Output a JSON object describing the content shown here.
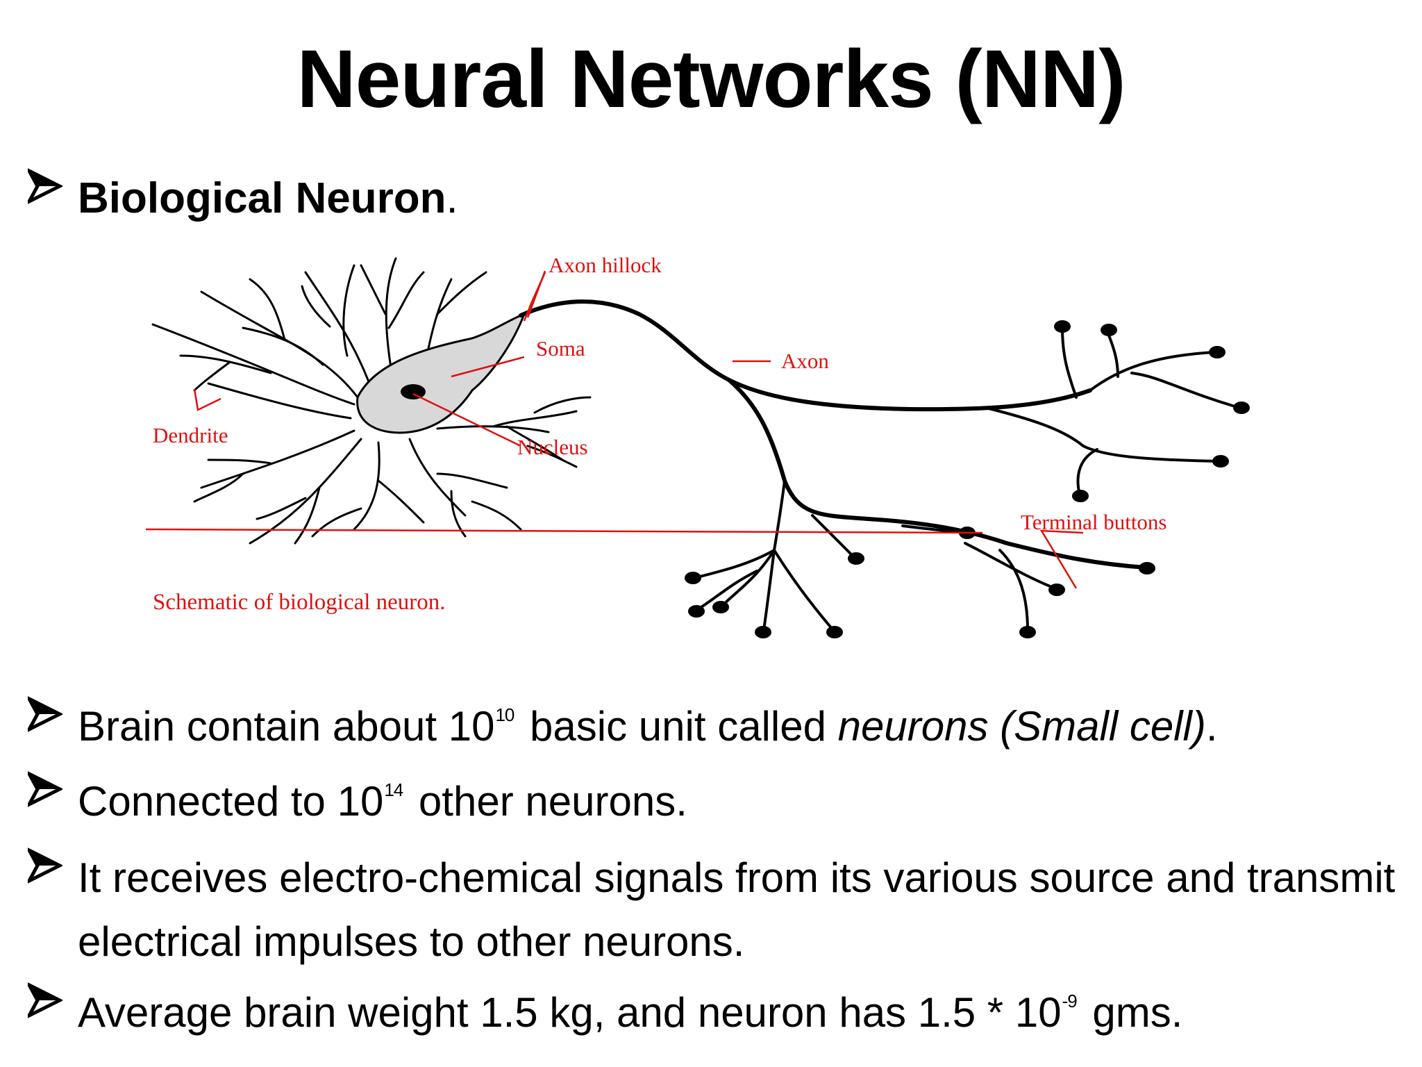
{
  "slide": {
    "title": "Neural Networks (NN)"
  },
  "bullets": {
    "b1": {
      "text": "Biological Neuron",
      "suffix": "."
    },
    "b2": {
      "pre": "Brain contain about 10",
      "exp": "10",
      "mid": " basic unit called ",
      "italic": "neurons (Small cell)",
      "suffix": "."
    },
    "b3": {
      "pre": "Connected to 10",
      "exp": "14",
      "post": " other neurons."
    },
    "b4": {
      "text": "It receives electro-chemical signals from its various source and transmit electrical impulses to other neurons."
    },
    "b5": {
      "pre": "Average brain weight 1.5 kg, and neuron has 1.5 * 10",
      "exp": "-9",
      "post": " gms."
    }
  },
  "diagram": {
    "labels": {
      "axon_hillock": "Axon hillock",
      "soma": "Soma",
      "axon": "Axon",
      "dendrite": "Dendrite",
      "nucleus": "Nucleus",
      "terminal_buttons": "Terminal buttons",
      "caption": "Schematic  of biological neuron."
    },
    "colors": {
      "label": "#e01010",
      "structure": "#000000",
      "soma_fill": "#d8d8d8"
    }
  },
  "icons": {
    "bullet": "arrowhead-bullet-icon"
  }
}
